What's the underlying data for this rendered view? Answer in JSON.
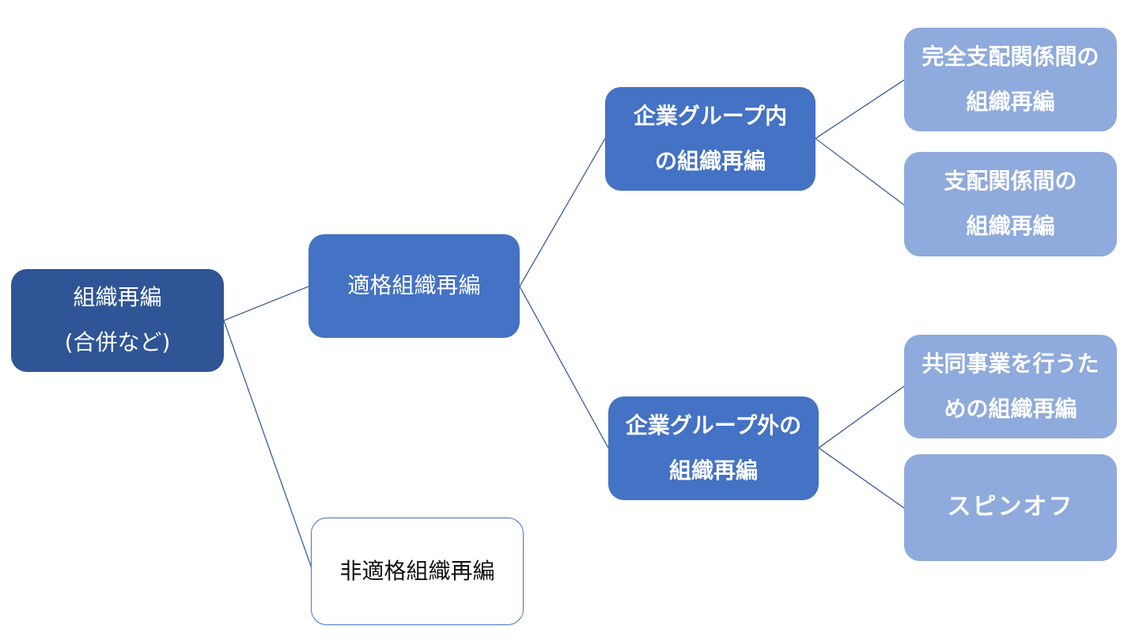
{
  "diagram": {
    "type": "hierarchy-tree",
    "language": "ja",
    "colors": {
      "dark_blue": "#2F5597",
      "medium_blue": "#4472C4",
      "light_blue": "#8FAADC",
      "line": "#47689F",
      "outline_border": "#4472C4",
      "background": "#FFFFFF"
    },
    "nodes": {
      "root": {
        "line1": "組織再編",
        "line2": "(合併など)"
      },
      "qualified": {
        "line1": "適格組織再編"
      },
      "non_qualified": {
        "line1": "非適格組織再編"
      },
      "intra_group": {
        "line1": "企業グループ内",
        "line2": "の組織再編"
      },
      "outside_group": {
        "line1": "企業グループ外の",
        "line2": "組織再編"
      },
      "full_control": {
        "line1": "完全支配関係間の",
        "line2": "組織再編"
      },
      "control": {
        "line1": "支配関係間の",
        "line2": "組織再編"
      },
      "joint_business": {
        "line1": "共同事業を行うた",
        "line2": "めの組織再編"
      },
      "spin_off": {
        "line1": "スピンオフ"
      }
    },
    "edges": [
      {
        "from": "root",
        "to": "qualified"
      },
      {
        "from": "root",
        "to": "non_qualified"
      },
      {
        "from": "qualified",
        "to": "intra_group"
      },
      {
        "from": "qualified",
        "to": "outside_group"
      },
      {
        "from": "intra_group",
        "to": "full_control"
      },
      {
        "from": "intra_group",
        "to": "control"
      },
      {
        "from": "outside_group",
        "to": "joint_business"
      },
      {
        "from": "outside_group",
        "to": "spin_off"
      }
    ]
  }
}
